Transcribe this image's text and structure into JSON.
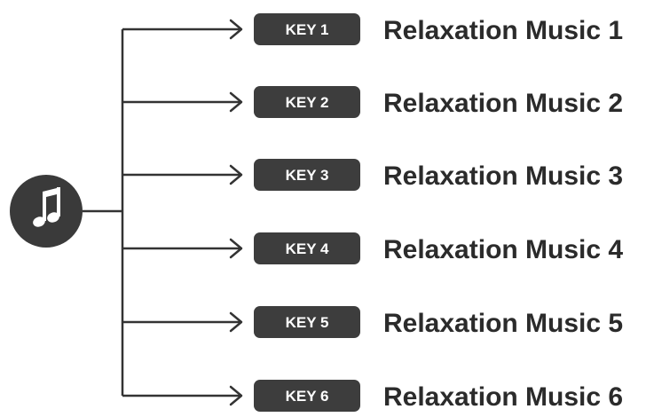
{
  "source_icon": "music-note-icon",
  "colors": {
    "circle": "#3a3a3a",
    "badge": "#3d3d3d",
    "badge_text": "#ffffff",
    "label_text": "#2b2b2b",
    "line": "#333333"
  },
  "items": [
    {
      "key": "KEY 1",
      "label": "Relaxation Music 1"
    },
    {
      "key": "KEY 2",
      "label": "Relaxation Music 2"
    },
    {
      "key": "KEY 3",
      "label": "Relaxation Music 3"
    },
    {
      "key": "KEY 4",
      "label": "Relaxation Music 4"
    },
    {
      "key": "KEY 5",
      "label": "Relaxation Music 5"
    },
    {
      "key": "KEY 6",
      "label": "Relaxation Music 6"
    }
  ]
}
